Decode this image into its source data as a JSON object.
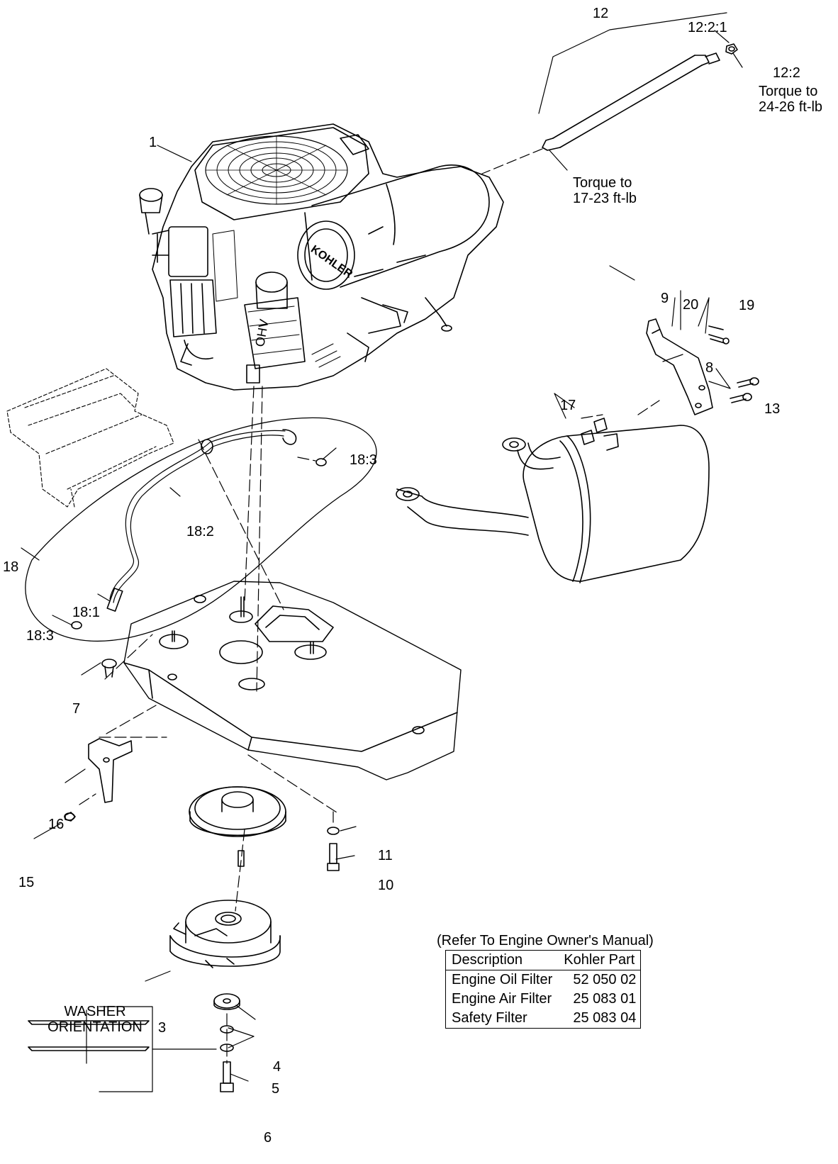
{
  "callouts": {
    "c1": "1",
    "c3": "3",
    "c4": "4",
    "c5": "5",
    "c6": "6",
    "c7": "7",
    "c8": "8",
    "c9": "9",
    "c10": "10",
    "c11": "11",
    "c12": "12",
    "c12_2": "12:2",
    "c12_2_1": "12:2:1",
    "c13": "13",
    "c15": "15",
    "c16": "16",
    "c17": "17",
    "c18": "18",
    "c18_1": "18:1",
    "c18_2": "18:2",
    "c18_3a": "18:3",
    "c18_3b": "18:3",
    "c19": "19",
    "c20": "20"
  },
  "notes": {
    "torque_top_l1": "Torque to",
    "torque_top_l2": "24-26 ft-lb",
    "torque_mid_l1": "Torque to",
    "torque_mid_l2": "17-23 ft-lb",
    "washer_l1": "WASHER",
    "washer_l2": "ORIENTATION"
  },
  "engine_branding": {
    "air_cleaner_logo": "KOHLER",
    "valve_cover": "OHV"
  },
  "filter_table": {
    "caption": "(Refer To Engine Owner's Manual)",
    "headers": [
      "Description",
      "Kohler Part"
    ],
    "rows": [
      [
        "Engine Oil Filter",
        "52 050 02"
      ],
      [
        "Engine Air Filter",
        "25 083 01"
      ],
      [
        "Safety Filter",
        "25 083 04"
      ]
    ]
  }
}
